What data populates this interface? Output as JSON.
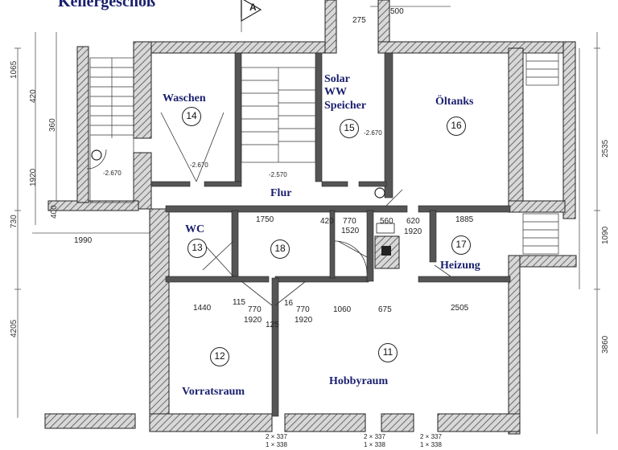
{
  "title": "Kellergeschoß",
  "section_marker": "A",
  "rooms": {
    "waschen": {
      "label": "Waschen",
      "number": "14"
    },
    "solar": {
      "label_line1": "Solar",
      "label_line2": "WW",
      "label_line3": "Speicher",
      "number": "15"
    },
    "oeltanks": {
      "label": "Öltanks",
      "number": "16"
    },
    "flur": {
      "label": "Flur",
      "number": "18"
    },
    "wc": {
      "label": "WC",
      "number": "13"
    },
    "heizung": {
      "label": "Heizung",
      "number": "17"
    },
    "vorratsraum": {
      "label": "Vorratsraum",
      "number": "12"
    },
    "hobbyraum": {
      "label": "Hobbyraum",
      "number": "11"
    }
  },
  "dimensions": {
    "d1750": "1750",
    "d420": "420",
    "d770a": "770",
    "d560": "560",
    "d620": "620",
    "d1885": "1885",
    "d1520": "1520",
    "d1920a": "1920",
    "d1990": "1990",
    "d1440": "1440",
    "d115": "115",
    "d770b": "770",
    "d16": "16",
    "d770c": "770",
    "d1060": "1060",
    "d675": "675",
    "d2505": "2505",
    "d1920b": "1920",
    "d125": "125",
    "d1920c": "1920",
    "d2670a": "-2.670",
    "d2670b": "-2.670",
    "d2570": "-2.570",
    "d2670c": "-2.670",
    "d500": "500",
    "d275": "275",
    "d2337a": "2 × 337",
    "d1338a": "1 × 338",
    "d2337b": "2 × 337",
    "d1338b": "1 × 338",
    "d2337c": "2 × 337",
    "d1338c": "1 × 338",
    "v1065": "1065",
    "v420": "420",
    "v360": "360",
    "v1920": "1920",
    "v730": "730",
    "v4205": "4205",
    "v2535": "2535",
    "v1090": "1090",
    "v3860": "3860",
    "v400": "400"
  }
}
